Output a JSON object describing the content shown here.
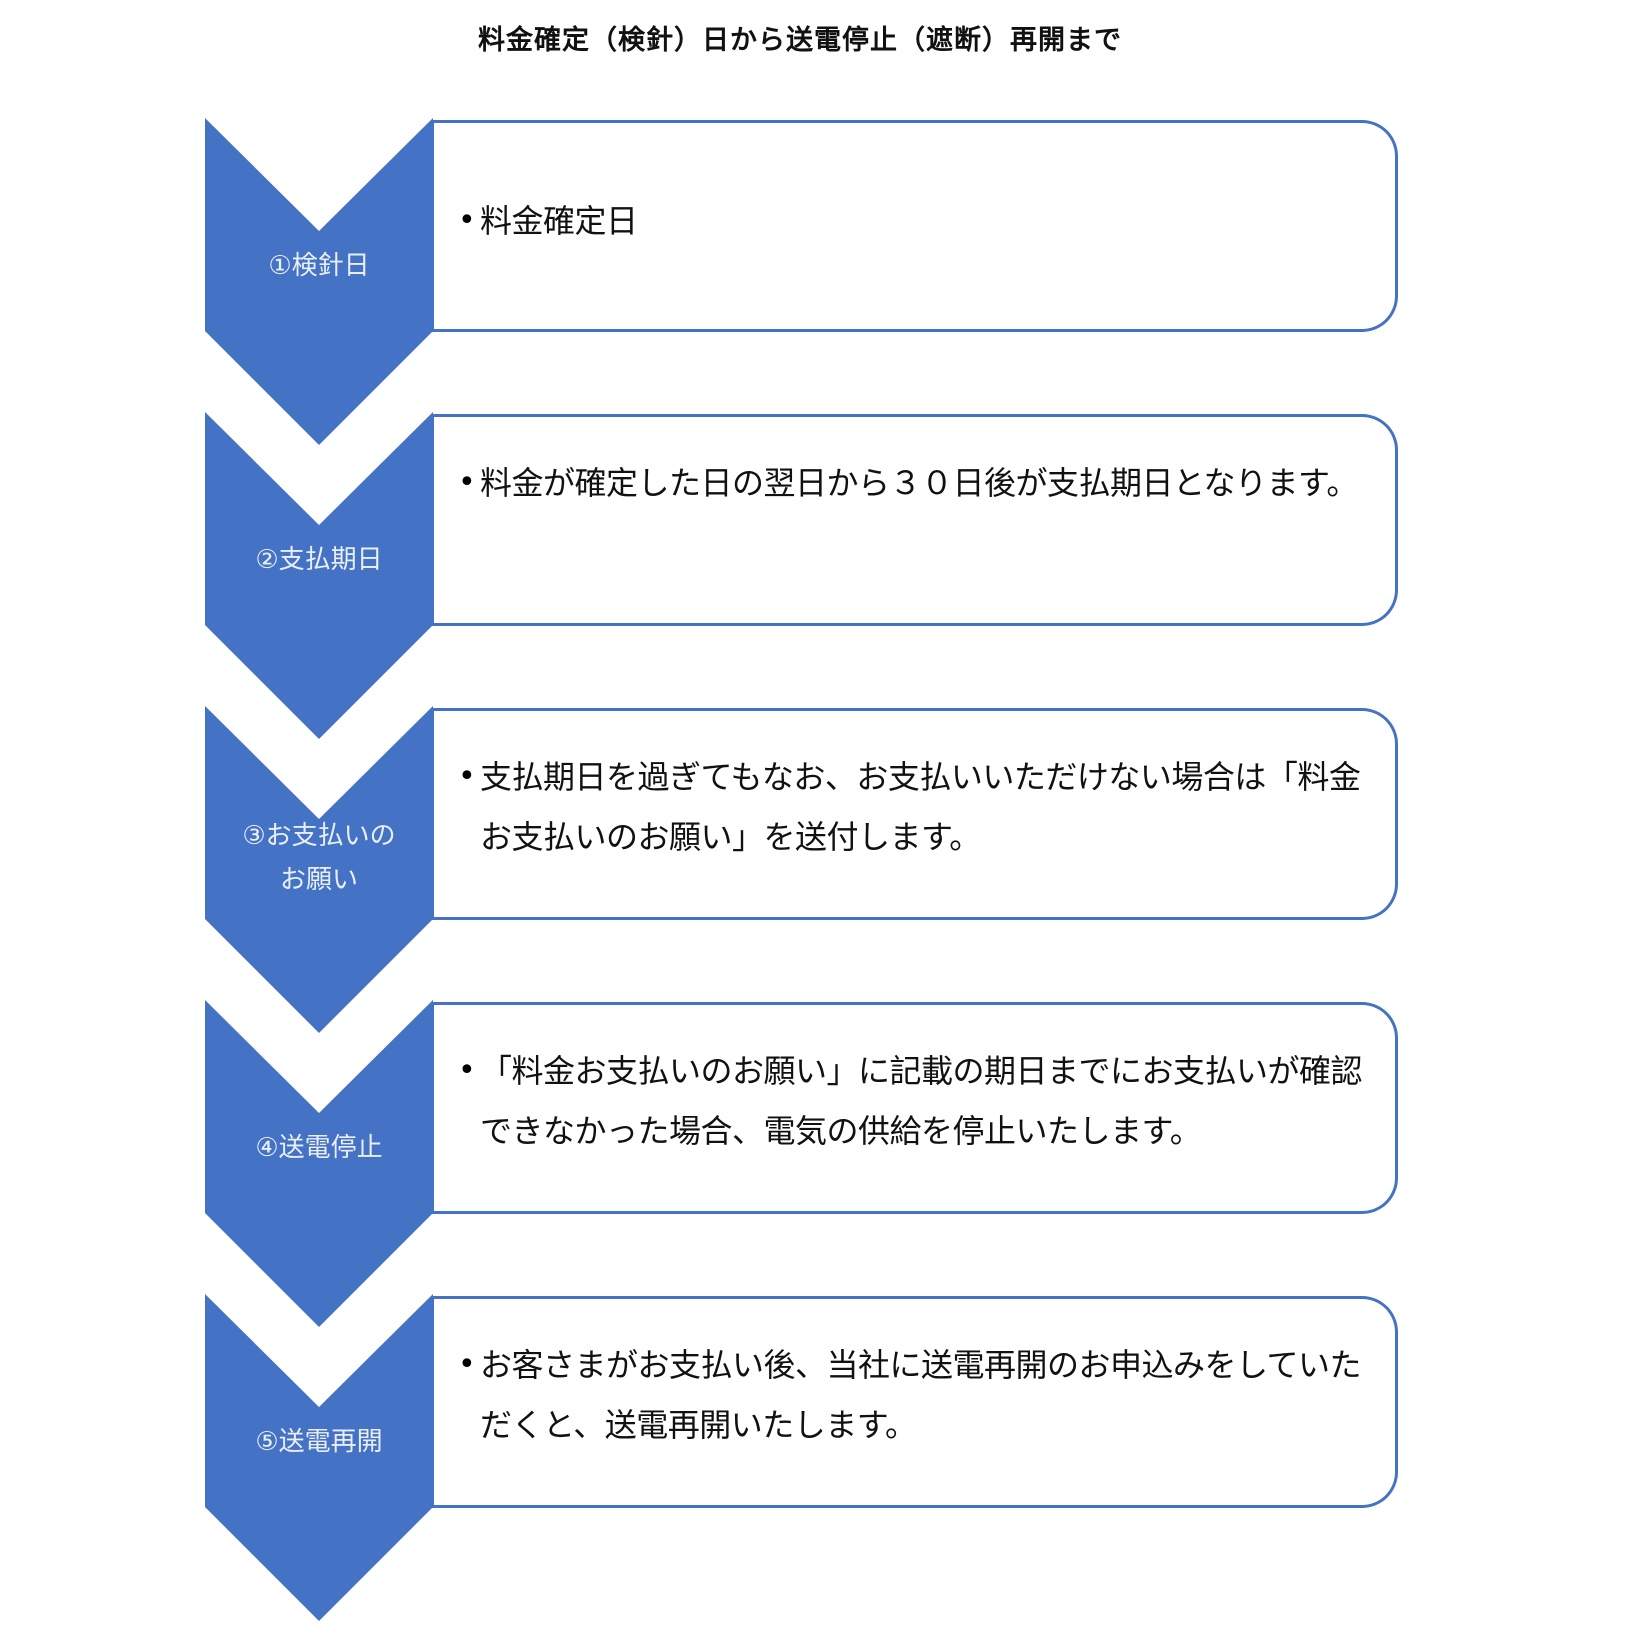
{
  "title": "料金確定（検針）日から送電停止（遮断）再開まで",
  "colors": {
    "chevron": "#4472C4",
    "box_border": "#4472C4",
    "label_text": "#E9EEF8"
  },
  "steps": [
    {
      "label_line1": "①検針日",
      "label_line2": "",
      "text": "料金確定日"
    },
    {
      "label_line1": "②支払期日",
      "label_line2": "",
      "text": "料金が確定した日の翌日から３０日後が支払期日となります。"
    },
    {
      "label_line1": "③お支払いの",
      "label_line2": "お願い",
      "text": "支払期日を過ぎてもなお、お支払いいただけない場合は「料金お支払いのお願い」を送付します。"
    },
    {
      "label_line1": "④送電停止",
      "label_line2": "",
      "text": "「料金お支払いのお願い」に記載の期日までにお支払いが確認できなかった場合、電気の供給を停止いたします。"
    },
    {
      "label_line1": "⑤送電再開",
      "label_line2": "",
      "text": "お客さまがお支払い後、当社に送電再開のお申込みをしていただくと、送電再開いたします。"
    }
  ],
  "bullet_glyph": "•"
}
